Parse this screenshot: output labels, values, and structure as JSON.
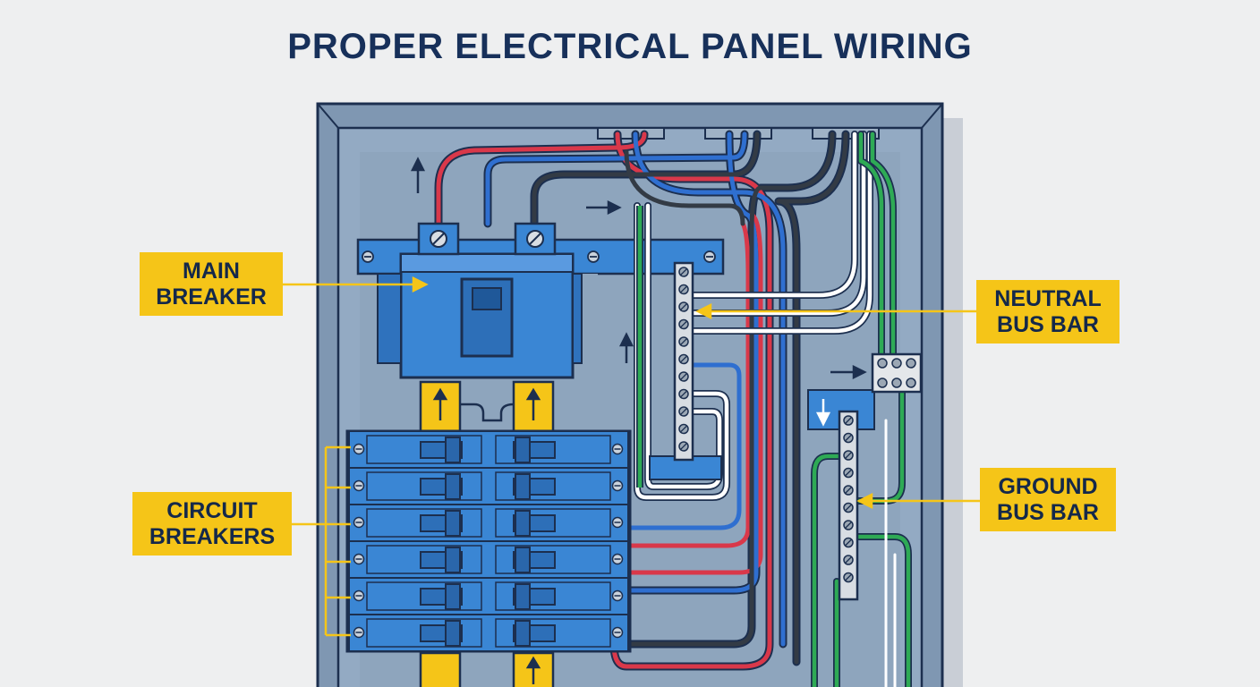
{
  "title": "PROPER ELECTRICAL PANEL WIRING",
  "callouts": {
    "main_breaker": {
      "line1": "MAIN",
      "line2": "BREAKER"
    },
    "circuit_breakers": {
      "line1": "CIRCUIT",
      "line2": "BREAKERS"
    },
    "neutral_bus_bar": {
      "line1": "NEUTRAL",
      "line2": "BUS BAR"
    },
    "ground_bus_bar": {
      "line1": "GROUND",
      "line2": "BUS BAR"
    }
  },
  "colors": {
    "panel_frame": "#7f97b2",
    "panel_inner": "#93aac3",
    "breaker_blue": "#3a86d4",
    "callout_yellow": "#f5c518",
    "hot_wire": "#d9384a",
    "neutral_wire": "#ffffff",
    "ground_wire": "#2eaa55",
    "black_wire": "#333b45",
    "blue_wire": "#2f6fd0",
    "outline": "#1c2f4f"
  },
  "icons": [
    "screw-icon",
    "arrow-up-icon",
    "arrow-right-icon",
    "arrow-down-icon",
    "toggle-handle-icon"
  ]
}
